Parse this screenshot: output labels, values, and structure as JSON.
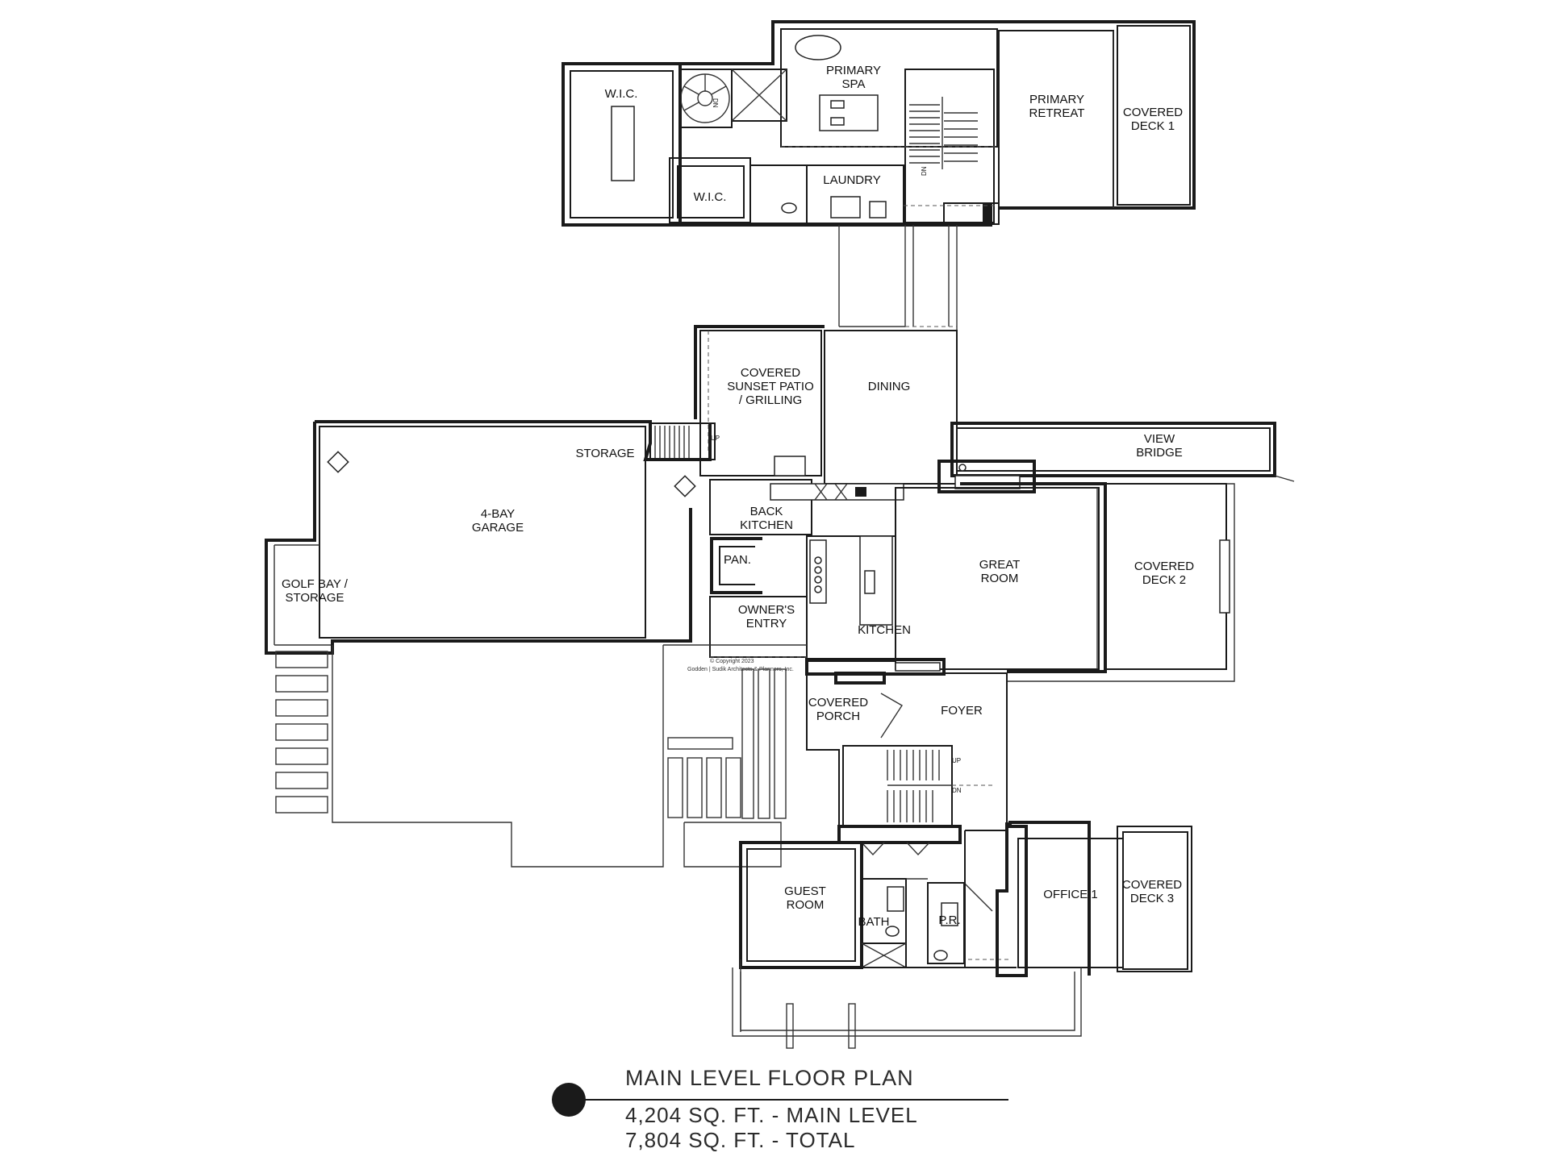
{
  "title": {
    "heading": "MAIN LEVEL FLOOR PLAN",
    "area_main": "4,204 SQ. FT. - MAIN LEVEL",
    "area_total": "7,804 SQ. FT. - TOTAL"
  },
  "rooms": {
    "wic_1": "W.I.C.",
    "wic_2": "W.I.C.",
    "primary_spa": [
      "PRIMARY",
      "SPA"
    ],
    "laundry": "LAUNDRY",
    "primary_retreat": [
      "PRIMARY",
      "RETREAT"
    ],
    "covered_deck_1": [
      "COVERED",
      "DECK 1"
    ],
    "covered_sunset_patio": [
      "COVERED",
      "SUNSET PATIO",
      "/ GRILLING"
    ],
    "dining": "DINING",
    "view_bridge": [
      "VIEW",
      "BRIDGE"
    ],
    "storage": "STORAGE",
    "garage": [
      "4-BAY",
      "GARAGE"
    ],
    "golf_bay": [
      "GOLF BAY /",
      "STORAGE"
    ],
    "back_kitchen": [
      "BACK",
      "KITCHEN"
    ],
    "pantry": "PAN.",
    "owners_entry": [
      "OWNER'S",
      "ENTRY"
    ],
    "kitchen": "KITCHEN",
    "great_room": [
      "GREAT",
      "ROOM"
    ],
    "covered_deck_2": [
      "COVERED",
      "DECK 2"
    ],
    "covered_porch": [
      "COVERED",
      "PORCH"
    ],
    "foyer": "FOYER",
    "guest_room": [
      "GUEST",
      "ROOM"
    ],
    "bath": "BATH",
    "powder_room": "P.R.",
    "office_1": "OFFICE 1",
    "covered_deck_3": [
      "COVERED",
      "DECK 3"
    ]
  },
  "stair_notes": {
    "up_garage": "UP",
    "dn_primary": "DN",
    "up_foyer": "UP",
    "dn_foyer": "DN",
    "dn_spiral": "DN"
  },
  "copyright": [
    "© Copyright 2023",
    "Godden | Sudik Architects & Planners, Inc."
  ]
}
